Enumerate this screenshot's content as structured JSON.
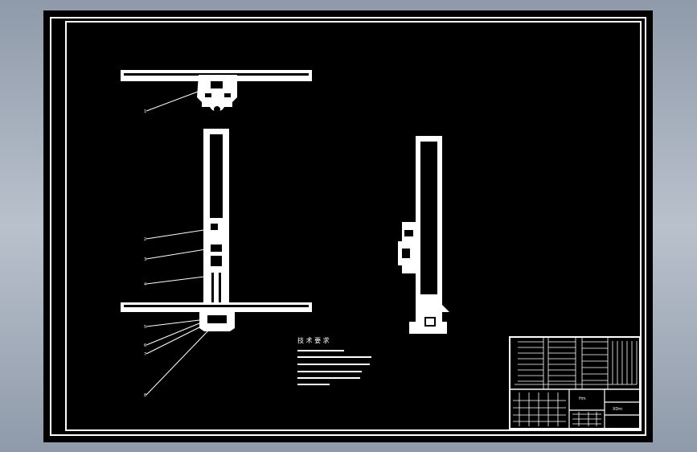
{
  "colors": {
    "background_outer": "#a3acb9",
    "sheet": "#000000",
    "lines": "#ffffff"
  },
  "callouts": [
    "1",
    "2",
    "3",
    "4",
    "5",
    "6",
    "7",
    "8"
  ],
  "notes": {
    "heading": "技 术 要 求"
  },
  "title_block": {
    "cell_a": "Hm",
    "cell_b": "XDm"
  }
}
